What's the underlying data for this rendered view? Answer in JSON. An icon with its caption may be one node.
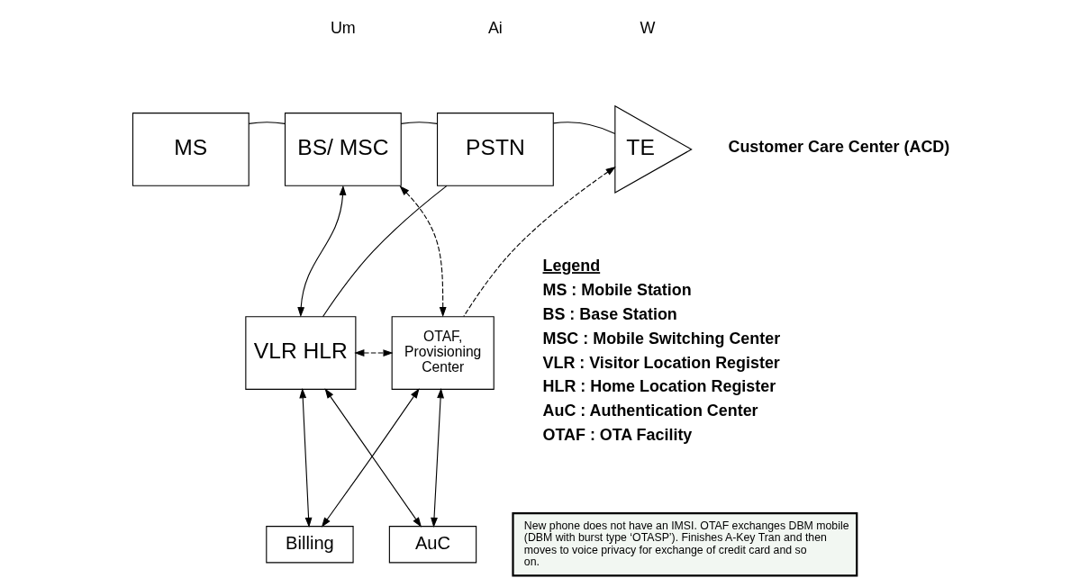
{
  "diagram": {
    "nodes": [
      {
        "text": [
          "MS"
        ]
      },
      {
        "text": [
          "BS/ MSC"
        ]
      },
      {
        "text": [
          "PSTN"
        ]
      },
      {
        "text": [
          "TE"
        ],
        "beside": [
          "Customer Care Center (ACD)"
        ]
      },
      {
        "text": [
          "VLR HLR"
        ]
      },
      {
        "text": [
          "OTAF, Provisioning Center"
        ]
      },
      {
        "text": [
          "Billing"
        ]
      },
      {
        "text": [
          "AuC"
        ]
      },
      {
        "text": [
          "New phone does not have an IMSI. OTAF exchanges DBM mobile (DBM with burst type ‘OTASP’). Finishes A-Key Tran and then moves to voice privacy for exchange of credit card and so on."
        ]
      }
    ],
    "edges": [
      {
        "from": 0,
        "to": 1,
        "arrow": "none"
      },
      {
        "from": 1,
        "to": 2,
        "arrow": "none"
      },
      {
        "from": 2,
        "to": 3,
        "arrow": "none"
      },
      {
        "from": 4,
        "to": 1,
        "arrow": "both"
      },
      {
        "from": 5,
        "to": 1,
        "arrow": "both",
        "style": "dashed"
      },
      {
        "from": 2,
        "to": 4,
        "arrow": "none"
      },
      {
        "from": 5,
        "to": 3,
        "arrow": "to",
        "style": "dashed"
      },
      {
        "from": 4,
        "to": 5,
        "arrow": "both",
        "style": "dashed"
      },
      {
        "from": 4,
        "to": 6,
        "arrow": "both"
      },
      {
        "from": 4,
        "to": 7,
        "arrow": "both"
      },
      {
        "from": 5,
        "to": 6,
        "arrow": "both"
      },
      {
        "from": 5,
        "to": 7,
        "arrow": "both"
      }
    ],
    "labels": [
      "Um",
      "Ai",
      "W",
      "Legend",
      "MS : Mobile Station",
      "BS : Base Station",
      "MSC : Mobile Switching Center",
      "VLR : Visitor Location Register",
      "HLR : Home Location Register",
      "AuC : Authentication Center",
      "OTAF : OTA Facility"
    ]
  }
}
